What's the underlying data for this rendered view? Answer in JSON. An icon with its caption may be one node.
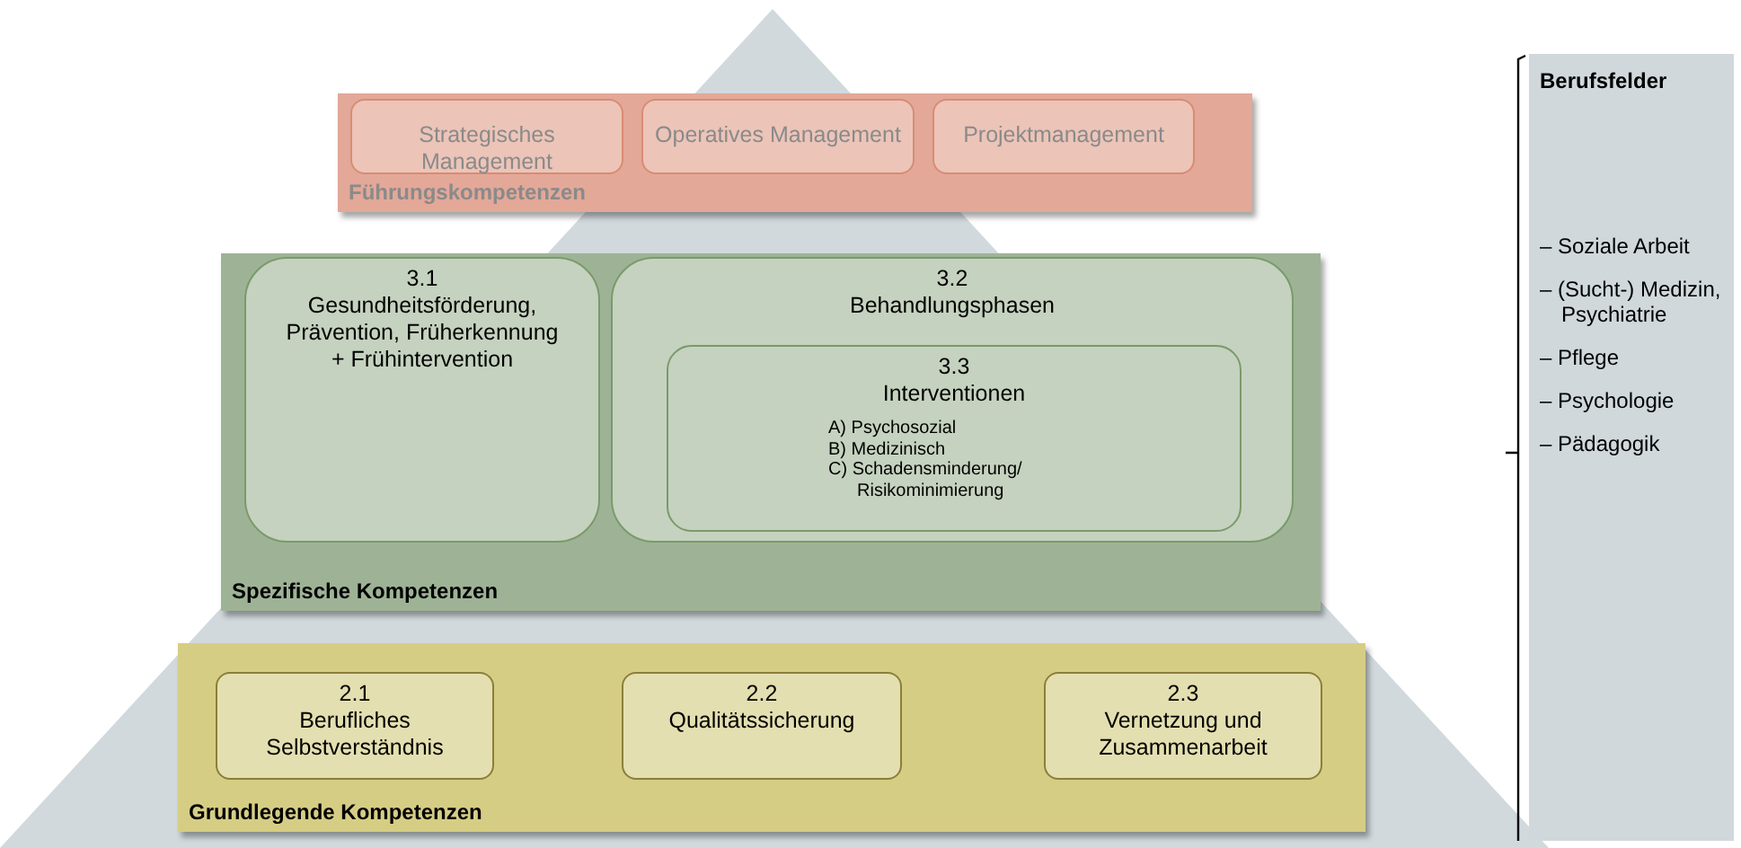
{
  "diagram": {
    "nodes": [
      {
        "text": [
          "Führungskompetenzen"
        ]
      },
      {
        "text": [
          "Strategisches Management"
        ],
        "in": 0
      },
      {
        "text": [
          "Operatives Management"
        ],
        "in": 0
      },
      {
        "text": [
          "Projektmanagement"
        ],
        "in": 0
      },
      {
        "text": [
          "Spezifische Kompetenzen"
        ]
      },
      {
        "text": [
          "3.1",
          "Gesundheitsförderung, Prävention, Früherkennung + Frühintervention"
        ],
        "in": 4
      },
      {
        "text": [
          "3.2",
          "Behandlungsphasen"
        ],
        "in": 4
      },
      {
        "text": [
          "3.3",
          "Interventionen",
          "A) Psychosozial",
          "B) Medizinisch",
          "C) Schadensminderung/ Risikominimierung"
        ],
        "in": 6
      },
      {
        "text": [
          "Grundlegende Kompetenzen"
        ]
      },
      {
        "text": [
          "2.1",
          "Berufliches Selbstverständnis"
        ],
        "in": 8
      },
      {
        "text": [
          "2.2",
          "Qualitätssicherung"
        ],
        "in": 8
      },
      {
        "text": [
          "2.3",
          "Vernetzung und Zusammenarbeit"
        ],
        "in": 8
      },
      {
        "text": [
          "Berufsfelder",
          "– Soziale Arbeit",
          "– (Sucht-) Medizin, Psychiatrie",
          "– Pflege",
          "– Psychologie",
          "– Pädagogik"
        ]
      }
    ]
  }
}
